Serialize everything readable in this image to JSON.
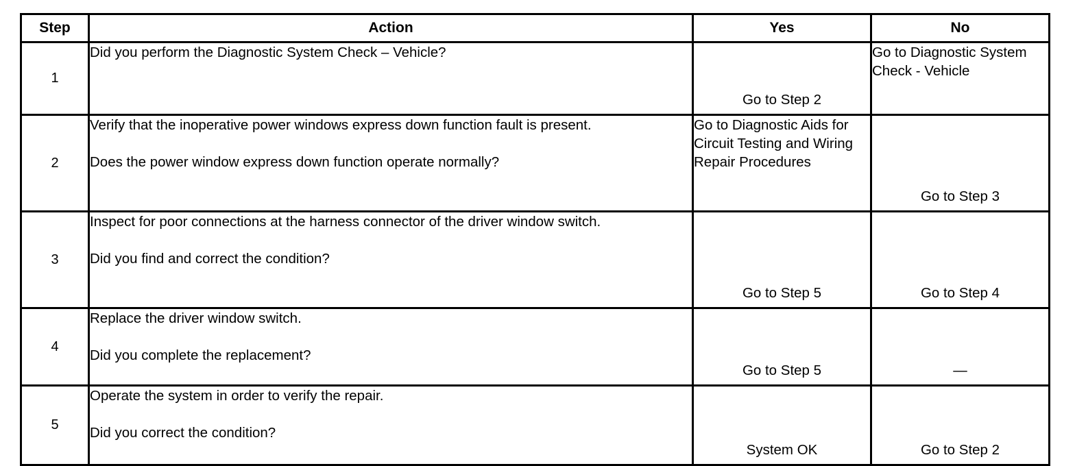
{
  "table": {
    "columns": [
      {
        "key": "step",
        "label": "Step"
      },
      {
        "key": "action",
        "label": "Action"
      },
      {
        "key": "yes",
        "label": "Yes"
      },
      {
        "key": "no",
        "label": "No"
      }
    ],
    "rows": [
      {
        "step": "1",
        "action_lines": [
          "Did you perform the Diagnostic System Check – Vehicle?"
        ],
        "action_text": "Did you perform the Diagnostic System Check – Vehicle?",
        "yes": "Go to Step 2",
        "yes_style": "single",
        "no": "Go to Diagnostic System Check - Vehicle",
        "no_style": "block"
      },
      {
        "step": "2",
        "action_lines": [
          "Verify that the inoperative power windows express down function fault is present.",
          "",
          "Does the power window express down function operate normally?"
        ],
        "action_text": "Verify that the inoperative power windows express down function fault is present.",
        "action_question": "Does the power window express down function operate normally?",
        "yes": "Go to Diagnostic Aids for Circuit Testing and Wiring Repair Procedures",
        "yes_style": "block",
        "no": "Go to Step 3",
        "no_style": "single"
      },
      {
        "step": "3",
        "action_lines": [
          "Inspect for poor connections at the harness connector of the driver window switch.",
          "",
          "Did you find and correct the condition?"
        ],
        "action_text": "Inspect for poor connections at the harness connector of the driver window switch.",
        "action_question": "Did you find and correct the condition?",
        "yes": "Go to Step 5",
        "yes_style": "single",
        "no": "Go to Step 4",
        "no_style": "single"
      },
      {
        "step": "4",
        "action_lines": [
          "Replace the driver window switch.",
          "",
          "Did you complete the replacement?"
        ],
        "action_text": "Replace the driver window switch.",
        "action_question": "Did you complete the replacement?",
        "yes": "Go to Step 5",
        "yes_style": "single",
        "no": "—",
        "no_style": "single"
      },
      {
        "step": "5",
        "action_lines": [
          "Operate the system in order to verify the repair.",
          "",
          "Did you correct the condition?"
        ],
        "action_text": "Operate the system in order to verify the repair.",
        "action_question": "Did you correct the condition?",
        "yes": "System OK",
        "yes_style": "single",
        "no": "Go to Step 2",
        "no_style": "single"
      }
    ]
  },
  "style": {
    "border_color": "#000000",
    "background": "#ffffff",
    "text_color": "#000000"
  }
}
